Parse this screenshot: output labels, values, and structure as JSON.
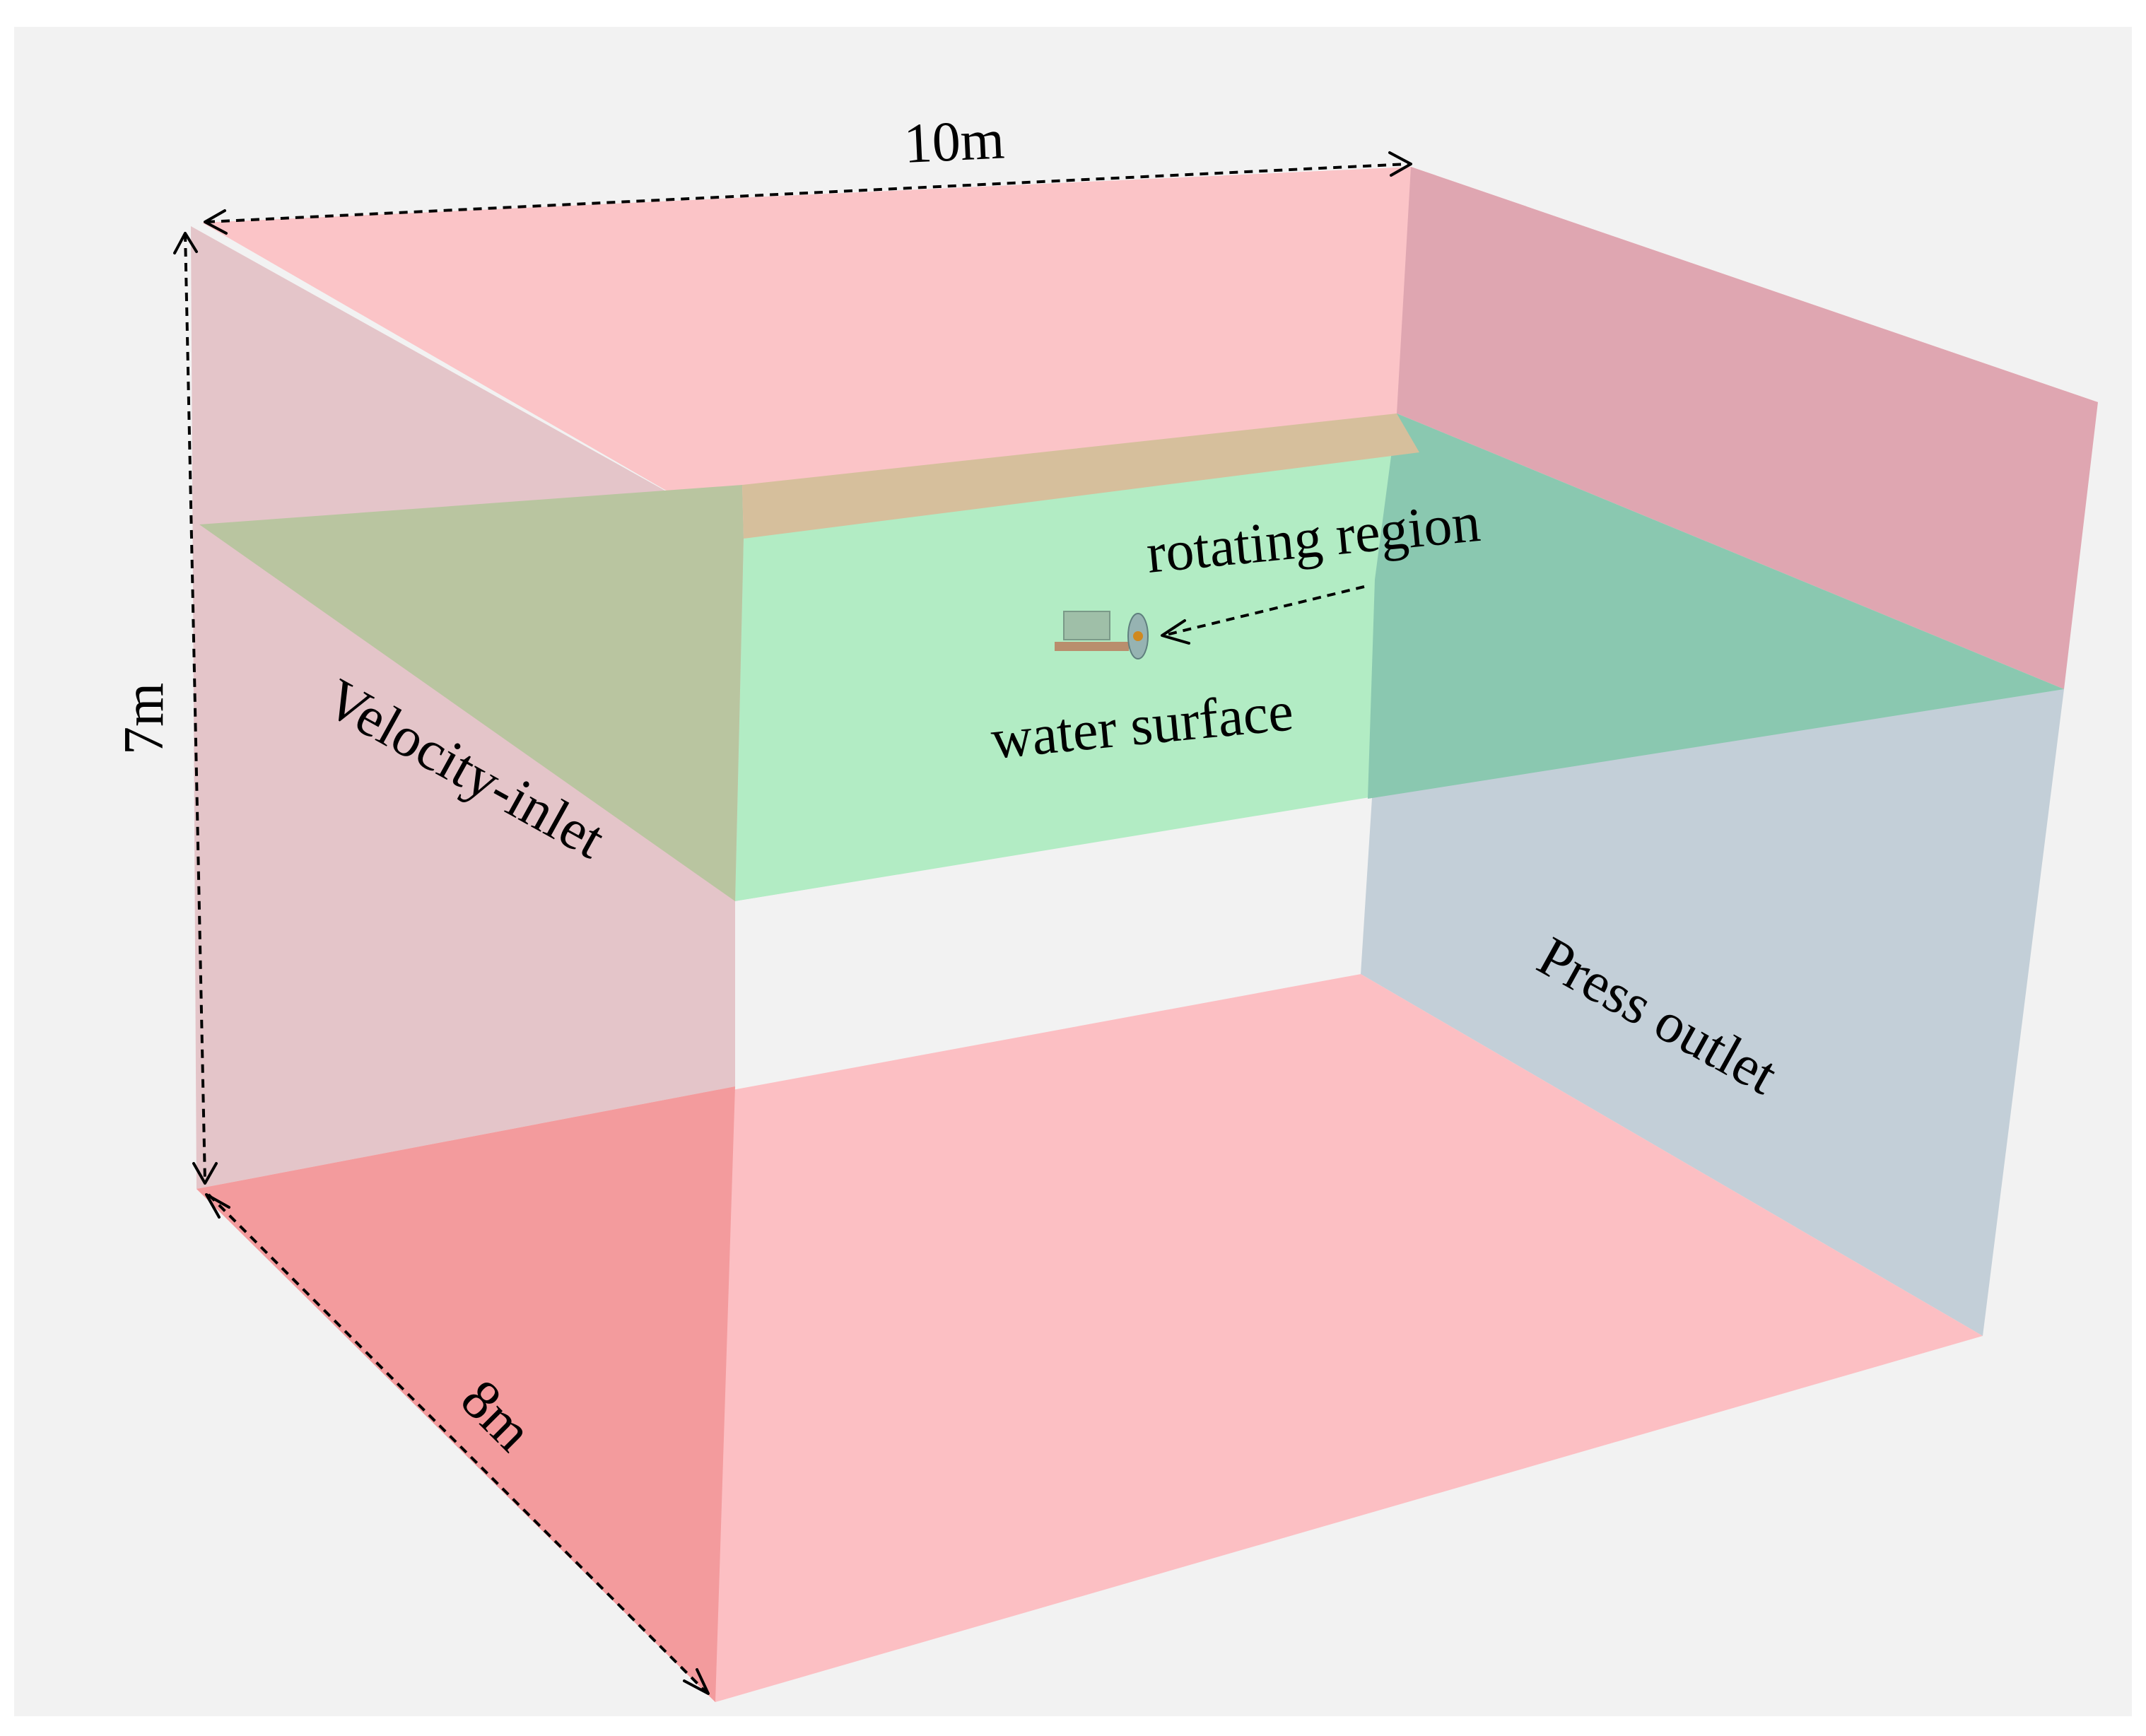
{
  "labels": {
    "length": "10m",
    "height": "7m",
    "width": "8m",
    "rotating_region": "rotating region",
    "water_surface": "water surface",
    "inlet": "Velocity-inlet",
    "outlet": "Press outlet"
  },
  "colors": {
    "background_panel": "#f2f2f2",
    "wall_red": "#fcbfc3",
    "top_red": "#fbc4c7",
    "near_face_red": "#f39b9d",
    "inlet_face": "#e4c5c9",
    "outlet_face": "#c3cfd8",
    "back_right_wall": "#dfa6b1",
    "water_surface_green": "#b2ecc4",
    "water_inlet_overlap": "#b9c5a0",
    "water_outlet_overlap": "#8ac8b0",
    "top_water_overlap": "#d6bf9c"
  }
}
